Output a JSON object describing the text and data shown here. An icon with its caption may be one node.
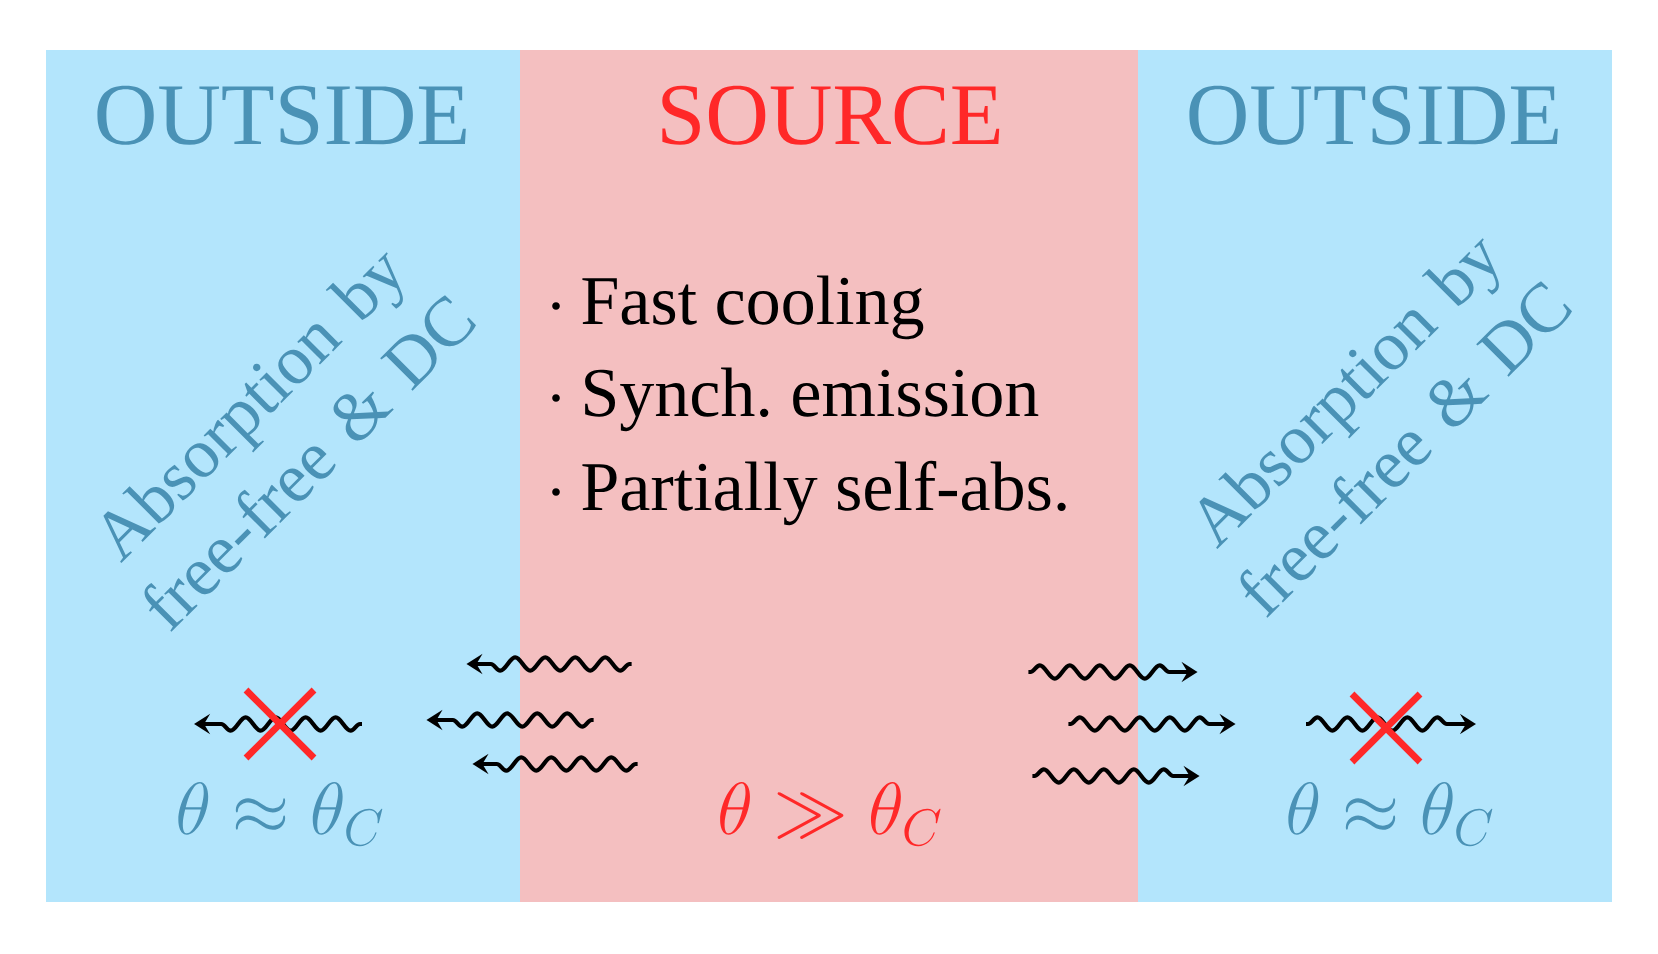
{
  "diagram": {
    "nodes": [
      {
        "text": [
          "OUTSIDE",
          "Absorption by free-free & DC",
          "\\theta \\approx \\theta_C"
        ]
      },
      {
        "text": [
          "SOURCE",
          "Fast cooling",
          "Synch. emission",
          "Partially self-abs.",
          "\\theta \\gg \\theta_C"
        ]
      },
      {
        "text": [
          "OUTSIDE",
          "Absorption by free-free & DC",
          "\\theta \\approx \\theta_C"
        ]
      }
    ],
    "edges": [
      {
        "from": 1,
        "to": 0,
        "arrow": "to"
      },
      {
        "from": 1,
        "to": 0,
        "arrow": "to"
      },
      {
        "from": 1,
        "to": 0,
        "arrow": "to"
      },
      {
        "from": 1,
        "to": 2,
        "arrow": "to"
      },
      {
        "from": 1,
        "to": 2,
        "arrow": "to"
      },
      {
        "from": 1,
        "to": 2,
        "arrow": "to"
      }
    ]
  }
}
